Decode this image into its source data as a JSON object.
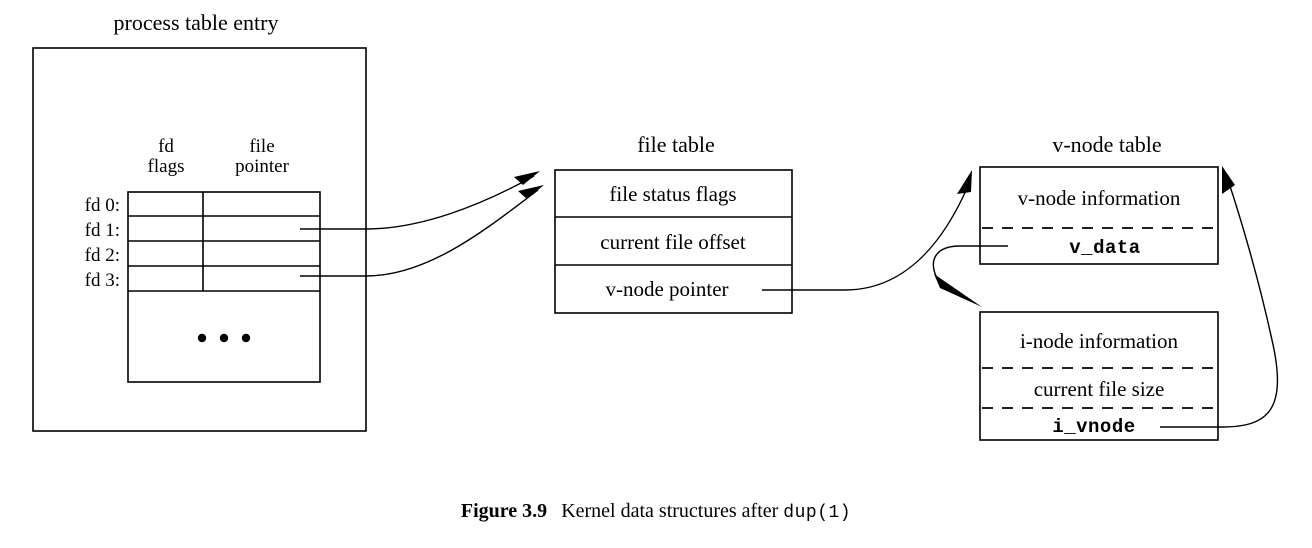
{
  "figure": {
    "caption_label": "Figure 3.9",
    "caption_text": "Kernel data structures after",
    "caption_code": "dup(1)"
  },
  "process_table": {
    "title": "process table entry",
    "column_headers": {
      "fd_flags_line1": "fd",
      "fd_flags_line2": "flags",
      "file_pointer_line1": "file",
      "file_pointer_line2": "pointer"
    },
    "rows": [
      {
        "label": "fd 0:"
      },
      {
        "label": "fd 1:"
      },
      {
        "label": "fd 2:"
      },
      {
        "label": "fd 3:"
      }
    ],
    "ellipsis": "• • •"
  },
  "file_table": {
    "title": "file table",
    "rows": [
      {
        "label": "file status flags"
      },
      {
        "label": "current file offset"
      },
      {
        "label": "v-node pointer"
      }
    ]
  },
  "vnode_table": {
    "title": "v-node table",
    "vnode_box": {
      "rows": [
        {
          "label": "v-node information",
          "mono": false
        },
        {
          "label": "v_data",
          "mono": true
        }
      ]
    },
    "inode_box": {
      "rows": [
        {
          "label": "i-node information",
          "mono": false
        },
        {
          "label": "current file size",
          "mono": false
        },
        {
          "label": "i_vnode",
          "mono": true
        }
      ]
    }
  },
  "colors": {
    "ink": "#000000",
    "paper": "#ffffff"
  }
}
